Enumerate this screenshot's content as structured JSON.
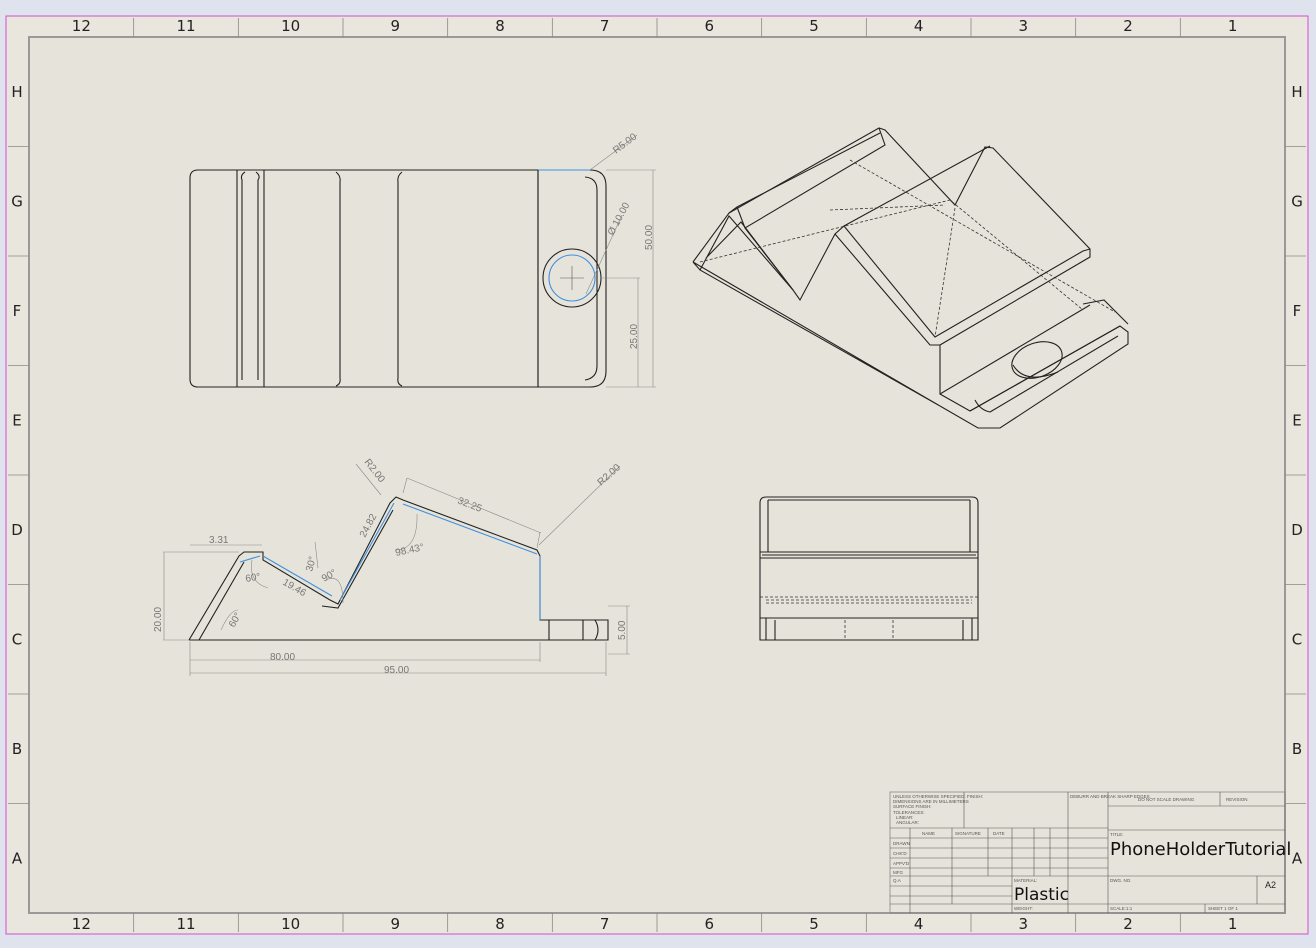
{
  "sheet": {
    "columns": [
      "12",
      "11",
      "10",
      "9",
      "8",
      "7",
      "6",
      "5",
      "4",
      "3",
      "2",
      "1"
    ],
    "rows": [
      "H",
      "G",
      "F",
      "E",
      "D",
      "C",
      "B",
      "A"
    ]
  },
  "views": {
    "top_view": {
      "dimensions": {
        "radius": "R5.00",
        "hole_diameter": "Ø 10.00",
        "overall_width": "50.00",
        "hole_offset": "25.00"
      }
    },
    "front_view": {
      "dimensions": {
        "front_lip": "3.31",
        "groove_depth": "19.46",
        "angle_30": "30°",
        "angle_90": "90°",
        "angle_60_lip": "60°",
        "back_height": "24.82",
        "angle_98": "98.43°",
        "top_length": "32.25",
        "fillet_1": "R2.00",
        "fillet_2": "R2.00",
        "height": "20.00",
        "base_angle": "60°",
        "tab_thickness": "5.00",
        "body_length": "80.00",
        "overall_length": "95.00"
      }
    }
  },
  "title_block": {
    "title_caption": "TITLE:",
    "title": "PhoneHolderTutorial",
    "material_caption": "MATERIAL:",
    "material": "Plastic",
    "size": "A2",
    "dwg_no_caption": "DWG. NO.",
    "revision_caption": "REVISION",
    "do_not_scale": "DO NOT SCALE DRAWING",
    "finish_caption": "FINISH:",
    "deburr": "DEBURR AND BREAK SHARP EDGES",
    "unless_notes": [
      "UNLESS OTHERWISE SPECIFIED:",
      "DIMENSIONS ARE IN MILLIMETERS",
      "SURFACE FINISH:",
      "TOLERANCES:",
      "LINEAR:",
      "ANGULAR:"
    ],
    "table_headers": [
      "NAME",
      "SIGNATURE",
      "DATE"
    ],
    "rows_captions": [
      "DRAWN",
      "CHK'D",
      "APPV'D",
      "MFG",
      "Q.A"
    ],
    "weight_caption": "WEIGHT:",
    "scale_caption": "SCALE:1:1",
    "sheet_caption": "SHEET 1 OF 1"
  }
}
